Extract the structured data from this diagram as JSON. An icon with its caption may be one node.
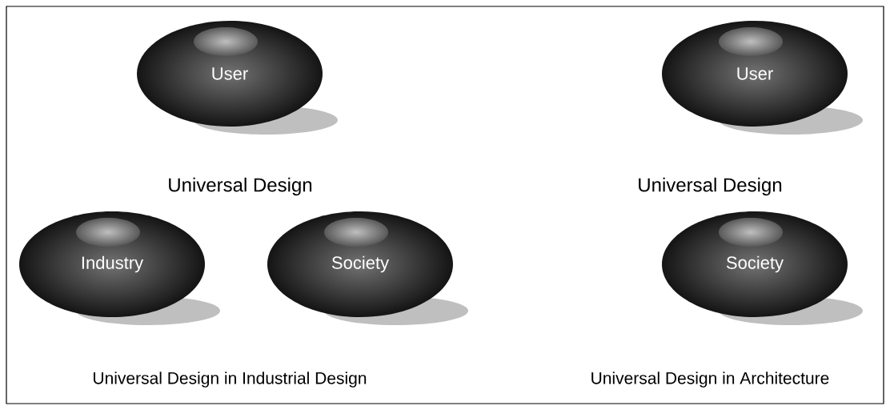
{
  "diagram": {
    "nodes": [
      {
        "text": [
          "User"
        ]
      },
      {
        "text": [
          "Industry"
        ]
      },
      {
        "text": [
          "Society"
        ]
      },
      {
        "text": [
          "User"
        ]
      },
      {
        "text": [
          "Society"
        ]
      }
    ],
    "labels": [
      "Universal Design",
      "Universal Design",
      "Universal Design in Industrial Design",
      "Universal Design in Architecture"
    ]
  }
}
